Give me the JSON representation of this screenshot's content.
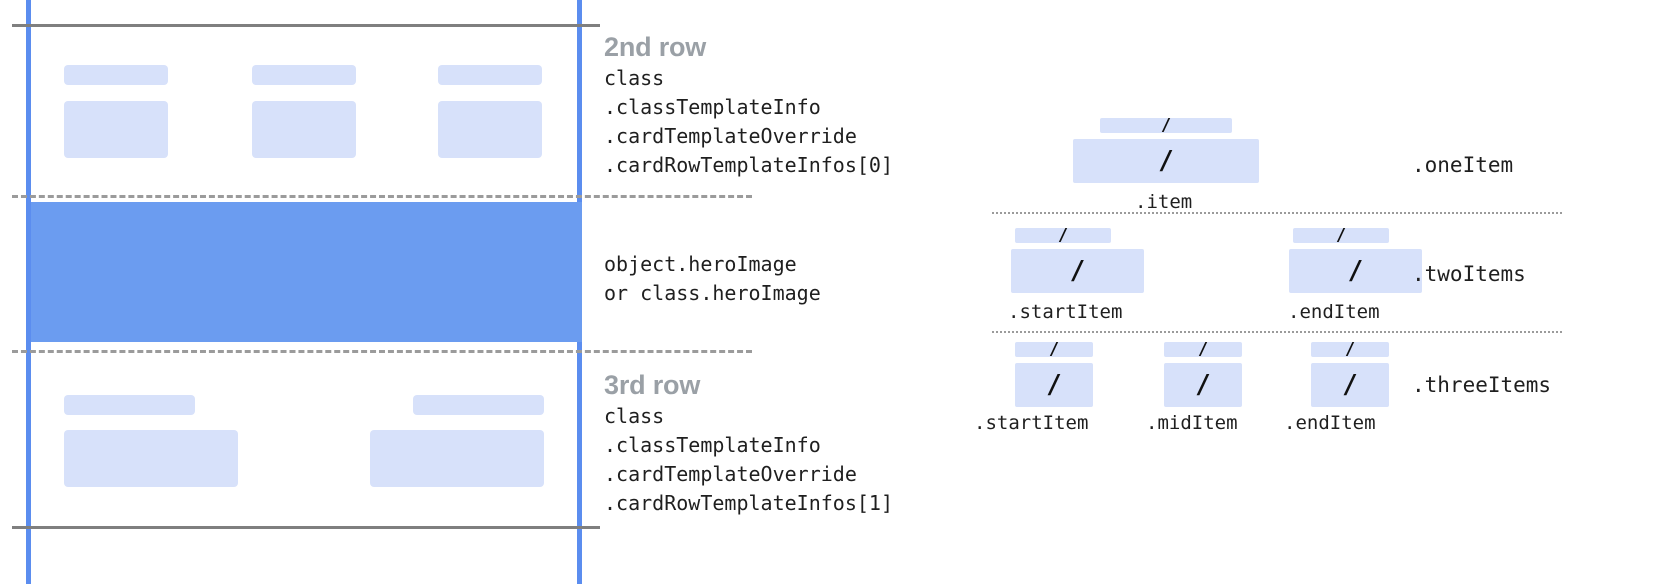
{
  "card_mock": {
    "rows": [
      {
        "id": "second-row",
        "cells": [
          {
            "label_chip": true,
            "value_chip": true
          },
          {
            "label_chip": true,
            "value_chip": true
          },
          {
            "label_chip": true,
            "value_chip": true
          }
        ]
      },
      {
        "id": "hero-row",
        "hero": true
      },
      {
        "id": "third-row",
        "cells": [
          {
            "label_chip": true,
            "value_chip": true
          },
          {
            "label_chip": true,
            "value_chip": true
          }
        ]
      }
    ]
  },
  "captions": {
    "second_row": {
      "title": "2nd row",
      "code": "class\n.classTemplateInfo\n.cardTemplateOverride\n.cardRowTemplateInfos[0]"
    },
    "hero": {
      "code": "object.heroImage\nor class.heroImage"
    },
    "third_row": {
      "title": "3rd row",
      "code": "class\n.classTemplateInfo\n.cardTemplateOverride\n.cardRowTemplateInfos[1]"
    }
  },
  "patterns": [
    {
      "id": "one-item",
      "label": ".oneItem",
      "items": [
        {
          "caption": ".item",
          "slash": "/"
        }
      ]
    },
    {
      "id": "two-items",
      "label": ".twoItems",
      "items": [
        {
          "caption": ".startItem",
          "slash": "/"
        },
        {
          "caption": ".endItem",
          "slash": "/"
        }
      ]
    },
    {
      "id": "three-items",
      "label": ".threeItems",
      "items": [
        {
          "caption": ".startItem",
          "slash": "/"
        },
        {
          "caption": ".midItem",
          "slash": "/"
        },
        {
          "caption": ".endItem",
          "slash": "/"
        }
      ]
    }
  ],
  "colors": {
    "hero_blue": "#6b9cf0",
    "chip_blue": "#d7e1fa",
    "rail_blue": "#5b8def",
    "rule_grey": "#7f7f7f",
    "dash_grey": "#9b9b9b",
    "title_grey": "#9aa0a6",
    "code_black": "#1f1f1f"
  }
}
